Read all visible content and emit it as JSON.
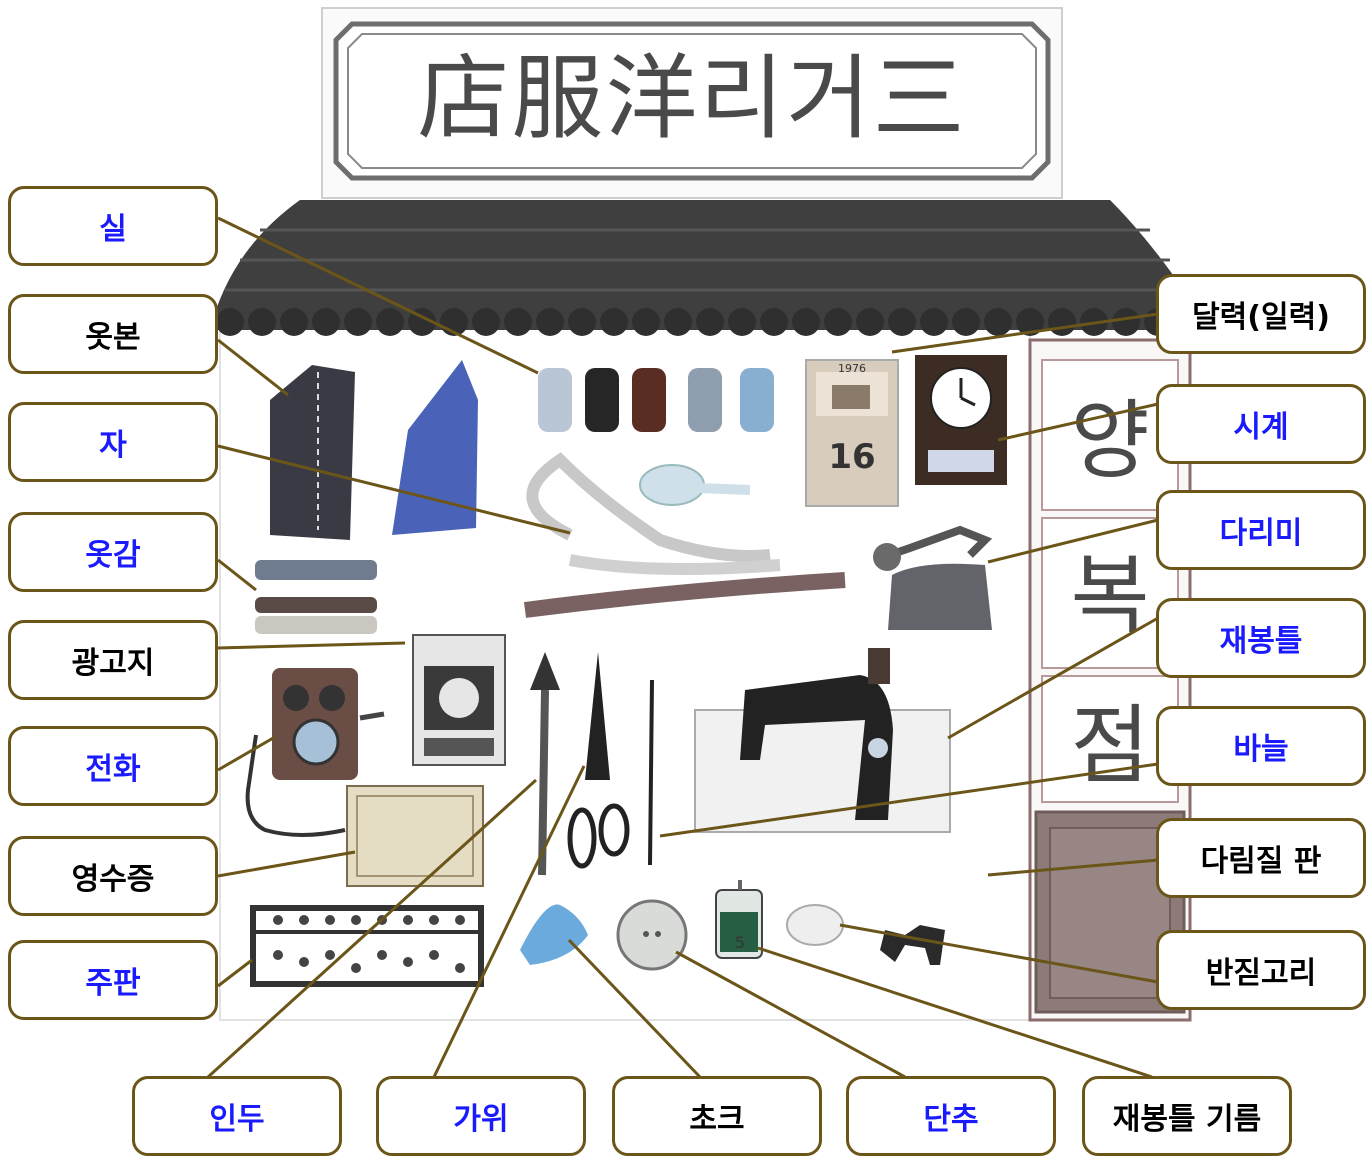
{
  "sign": {
    "title": "店服洋리거三"
  },
  "vertical_sign": {
    "chars": [
      "양",
      "복",
      "점"
    ]
  },
  "calendar": {
    "year": "1976",
    "day": "16"
  },
  "thread_label": {
    "number": "5"
  },
  "labels": {
    "sil": "실",
    "otbon": "옷본",
    "ja": "자",
    "otgam": "옷감",
    "gwanggoji": "광고지",
    "jeonhwa": "전화",
    "yeongsujeung": "영수증",
    "jupan": "주판",
    "dallyeok": "달력(일력)",
    "sigye": "시계",
    "darimi": "다리미",
    "jaebongteul": "재봉틀",
    "baneul": "바늘",
    "darimjil_pan": "다림질 판",
    "banjilgori": "반짇고리",
    "indu": "인두",
    "gawi": "가위",
    "chokeu": "초크",
    "danchu": "단추",
    "jaebongteul_gireum": "재봉틀 기름"
  },
  "colors": {
    "label_border": "#6b5518",
    "label_text_blue": "#1a1aff",
    "label_text_black": "#000000"
  }
}
